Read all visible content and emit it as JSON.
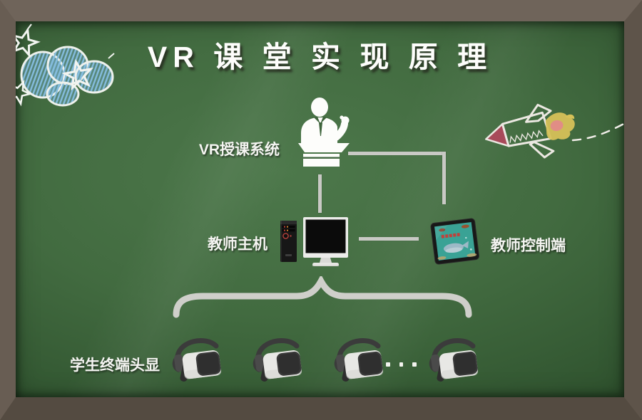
{
  "title": "VR 课 堂 实 现 原 理",
  "nodes": {
    "teaching_system": {
      "label": "VR授课系统",
      "icon": "lecturer-podium-icon"
    },
    "teacher_host": {
      "label": "教师主机",
      "icon": "desktop-computer-icon"
    },
    "teacher_controller": {
      "label": "教师控制端",
      "icon": "tablet-icon"
    },
    "student_headsets": {
      "label": "学生终端头显",
      "icon": "vr-headset-icon",
      "headset_count": 4,
      "ellipsis_dot_count": 3
    }
  },
  "decorations": {
    "top_left": "blue-chalk-clouds-with-stars",
    "right": "chalk-rocket-with-flame-and-dashed-trail"
  },
  "colors": {
    "board_green": "#3f663d",
    "frame_brown": "#60564c",
    "chalk_white": "#f2f2ee",
    "connector_gray": "#c9c9c5",
    "cloud_blue": "#7ab4d6",
    "rocket_nose_red": "#a84a5a",
    "flame_yellow": "#d6c158",
    "tablet_screen_teal": "#3aa295",
    "title_text": "#ffffff"
  }
}
